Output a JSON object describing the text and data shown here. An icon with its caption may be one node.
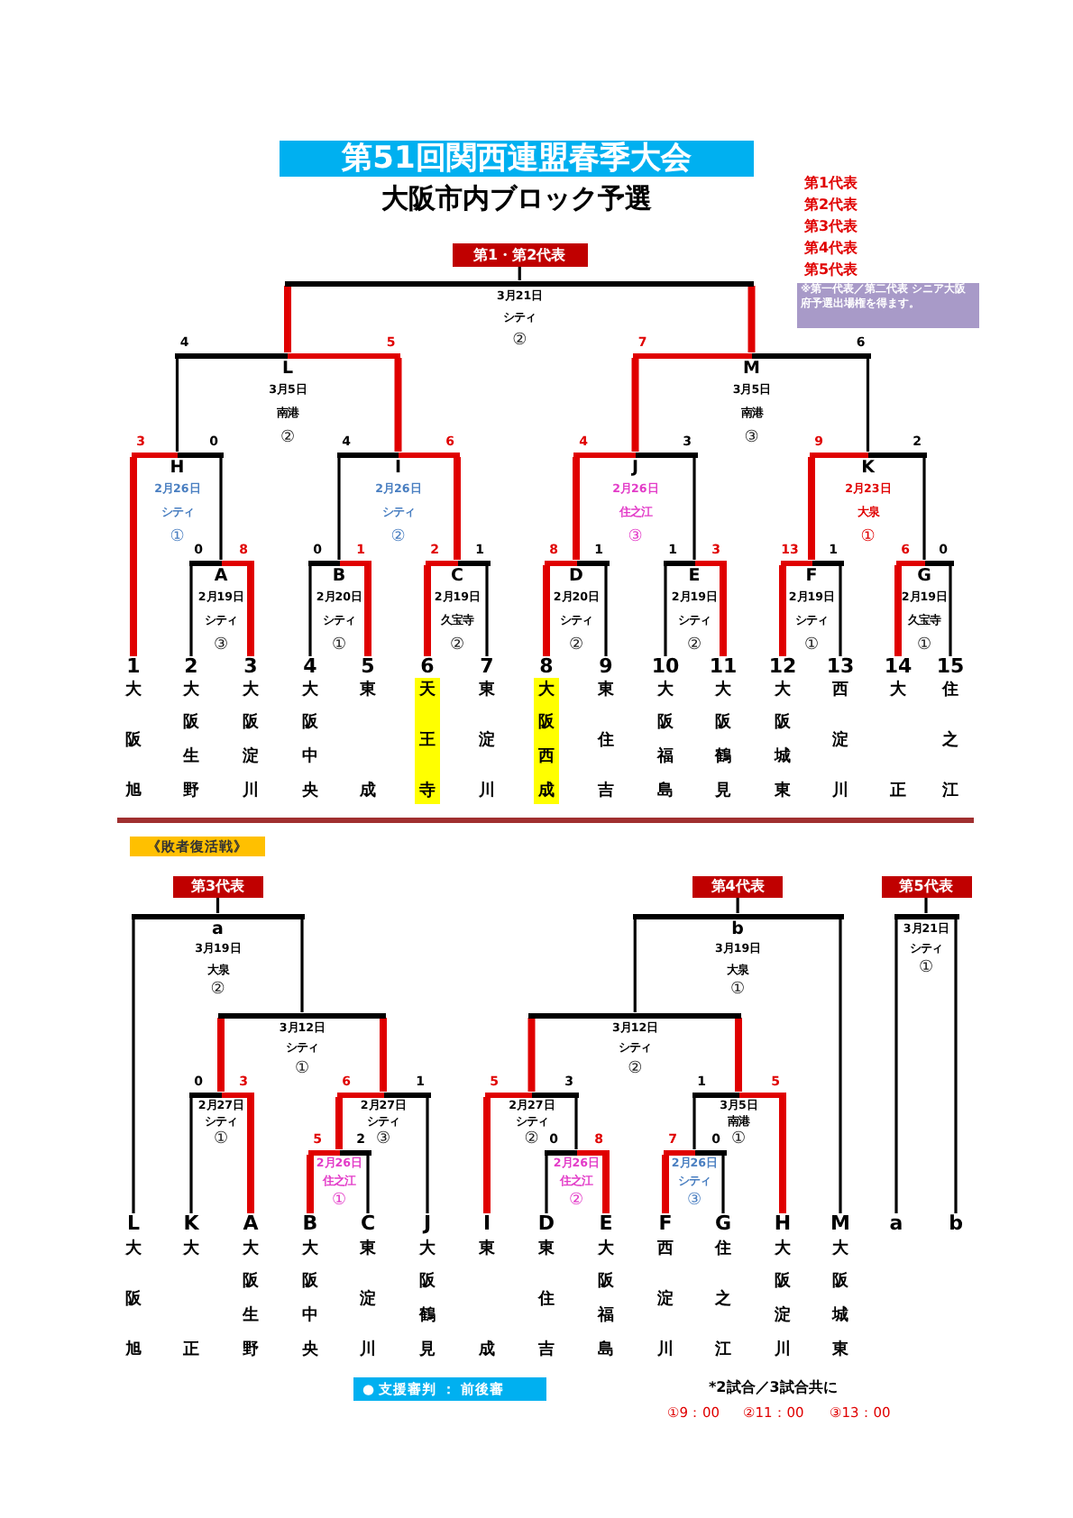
{
  "diagram": {
    "title": "第51回関西連盟春季大会",
    "nodes": [
      {
        "text": [
          "第1・第2代表"
        ]
      },
      {
        "text": [
          "3月21日",
          "シティ",
          "②"
        ]
      },
      {
        "text": [
          "L",
          "3月5日",
          "南港",
          "②"
        ]
      },
      {
        "text": [
          "M",
          "3月5日",
          "南港",
          "③"
        ]
      },
      {
        "text": [
          "H",
          "2月26日",
          "シティ",
          "①"
        ]
      },
      {
        "text": [
          "I",
          "2月26日",
          "シティ",
          "②"
        ]
      },
      {
        "text": [
          "J",
          "2月26日",
          "住之江",
          "③"
        ]
      },
      {
        "text": [
          "K",
          "2月23日",
          "大泉",
          "①"
        ]
      },
      {
        "text": [
          "A",
          "2月19日",
          "シティ",
          "③"
        ]
      },
      {
        "text": [
          "B",
          "2月20日",
          "シティ",
          "①"
        ]
      },
      {
        "text": [
          "C",
          "2月19日",
          "久宝寺",
          "②"
        ]
      },
      {
        "text": [
          "D",
          "2月20日",
          "シティ",
          "②"
        ]
      },
      {
        "text": [
          "E",
          "2月19日",
          "シティ",
          "②"
        ]
      },
      {
        "text": [
          "F",
          "2月19日",
          "シティ",
          "①"
        ]
      },
      {
        "text": [
          "G",
          "2月19日",
          "久宝寺",
          "①"
        ]
      },
      {
        "text": [
          "1",
          "大阪旭"
        ]
      },
      {
        "text": [
          "2",
          "大阪生野"
        ]
      },
      {
        "text": [
          "3",
          "大阪淀川"
        ]
      },
      {
        "text": [
          "4",
          "大阪中央"
        ]
      },
      {
        "text": [
          "5",
          "東成"
        ]
      },
      {
        "text": [
          "6",
          "天王寺"
        ]
      },
      {
        "text": [
          "7",
          "東淀川"
        ]
      },
      {
        "text": [
          "8",
          "大阪西成"
        ]
      },
      {
        "text": [
          "9",
          "東住吉"
        ]
      },
      {
        "text": [
          "10",
          "大阪福島"
        ]
      },
      {
        "text": [
          "11",
          "大阪鶴見"
        ]
      },
      {
        "text": [
          "12",
          "大阪城東"
        ]
      },
      {
        "text": [
          "13",
          "西淀川"
        ]
      },
      {
        "text": [
          "14",
          "大正"
        ]
      },
      {
        "text": [
          "15",
          "住之江"
        ]
      },
      {
        "text": [
          "第3代表"
        ]
      },
      {
        "text": [
          "a",
          "3月19日",
          "大泉",
          "②"
        ]
      },
      {
        "text": [
          "3月12日",
          "シティ",
          "①"
        ]
      },
      {
        "text": [
          "2月27日",
          "シティ",
          "①"
        ]
      },
      {
        "text": [
          "2月27日",
          "シティ",
          "③"
        ]
      },
      {
        "text": [
          "2月26日",
          "住之江",
          "①"
        ]
      },
      {
        "text": [
          "L",
          "大阪旭"
        ]
      },
      {
        "text": [
          "K",
          "大正"
        ]
      },
      {
        "text": [
          "A",
          "大阪生野"
        ]
      },
      {
        "text": [
          "B",
          "大阪中央"
        ]
      },
      {
        "text": [
          "C",
          "東淀川"
        ]
      },
      {
        "text": [
          "J",
          "大阪鶴見"
        ]
      },
      {
        "text": [
          "第4代表"
        ]
      },
      {
        "text": [
          "b",
          "3月19日",
          "大泉",
          "①"
        ]
      },
      {
        "text": [
          "3月12日",
          "シティ",
          "②"
        ]
      },
      {
        "text": [
          "2月27日",
          "シティ",
          "②"
        ]
      },
      {
        "text": [
          "2月26日",
          "住之江",
          "②"
        ]
      },
      {
        "text": [
          "3月5日",
          "南港",
          "①"
        ]
      },
      {
        "text": [
          "2月26日",
          "シティ",
          "③"
        ]
      },
      {
        "text": [
          "I",
          "東成"
        ]
      },
      {
        "text": [
          "D",
          "東住吉"
        ]
      },
      {
        "text": [
          "E",
          "大阪福島"
        ]
      },
      {
        "text": [
          "F",
          "西淀川"
        ]
      },
      {
        "text": [
          "G",
          "住之江"
        ]
      },
      {
        "text": [
          "H",
          "大阪淀川"
        ]
      },
      {
        "text": [
          "M",
          "大阪城東"
        ]
      },
      {
        "text": [
          "第5代表"
        ]
      },
      {
        "text": [
          "3月21日",
          "シティ",
          "①"
        ]
      },
      {
        "text": [
          "a"
        ]
      },
      {
        "text": [
          "b"
        ]
      }
    ],
    "edges": [
      {
        "from": 15,
        "to": 4,
        "arrow": "none",
        "label": "3",
        "style": "thick",
        "color": "#e00000"
      },
      {
        "from": 8,
        "to": 4,
        "arrow": "none",
        "label": "0"
      },
      {
        "from": 16,
        "to": 8,
        "arrow": "none",
        "label": "0"
      },
      {
        "from": 17,
        "to": 8,
        "arrow": "none",
        "label": "8",
        "style": "thick",
        "color": "#e00000"
      },
      {
        "from": 18,
        "to": 9,
        "arrow": "none",
        "label": "0"
      },
      {
        "from": 19,
        "to": 9,
        "arrow": "none",
        "label": "1",
        "style": "thick",
        "color": "#e00000"
      },
      {
        "from": 20,
        "to": 10,
        "arrow": "none",
        "label": "2",
        "style": "thick",
        "color": "#e00000"
      },
      {
        "from": 21,
        "to": 10,
        "arrow": "none",
        "label": "1"
      },
      {
        "from": 22,
        "to": 11,
        "arrow": "none",
        "label": "8",
        "style": "thick",
        "color": "#e00000"
      },
      {
        "from": 23,
        "to": 11,
        "arrow": "none",
        "label": "1"
      },
      {
        "from": 24,
        "to": 12,
        "arrow": "none",
        "label": "1"
      },
      {
        "from": 25,
        "to": 12,
        "arrow": "none",
        "label": "3",
        "style": "thick",
        "color": "#e00000"
      },
      {
        "from": 26,
        "to": 13,
        "arrow": "none",
        "label": "13",
        "style": "thick",
        "color": "#e00000"
      },
      {
        "from": 27,
        "to": 13,
        "arrow": "none",
        "label": "1"
      },
      {
        "from": 28,
        "to": 14,
        "arrow": "none",
        "label": "6",
        "style": "thick",
        "color": "#e00000"
      },
      {
        "from": 29,
        "to": 14,
        "arrow": "none",
        "label": "0"
      },
      {
        "from": 9,
        "to": 5,
        "arrow": "none",
        "label": "4"
      },
      {
        "from": 10,
        "to": 5,
        "arrow": "none",
        "label": "6",
        "style": "thick",
        "color": "#e00000"
      },
      {
        "from": 11,
        "to": 6,
        "arrow": "none",
        "label": "4",
        "style": "thick",
        "color": "#e00000"
      },
      {
        "from": 12,
        "to": 6,
        "arrow": "none",
        "label": "3"
      },
      {
        "from": 13,
        "to": 7,
        "arrow": "none",
        "label": "9",
        "style": "thick",
        "color": "#e00000"
      },
      {
        "from": 14,
        "to": 7,
        "arrow": "none",
        "label": "2"
      },
      {
        "from": 4,
        "to": 2,
        "arrow": "none",
        "label": "4"
      },
      {
        "from": 5,
        "to": 2,
        "arrow": "none",
        "label": "5",
        "style": "thick",
        "color": "#e00000"
      },
      {
        "from": 6,
        "to": 3,
        "arrow": "none",
        "label": "7",
        "style": "thick",
        "color": "#e00000"
      },
      {
        "from": 7,
        "to": 3,
        "arrow": "none",
        "label": "6"
      },
      {
        "from": 2,
        "to": 1,
        "arrow": "none",
        "style": "thick",
        "color": "#e00000"
      },
      {
        "from": 3,
        "to": 1,
        "arrow": "none",
        "style": "thick",
        "color": "#e00000"
      },
      {
        "from": 1,
        "to": 0,
        "arrow": "none"
      },
      {
        "from": 36,
        "to": 31,
        "arrow": "none"
      },
      {
        "from": 32,
        "to": 31,
        "arrow": "none"
      },
      {
        "from": 31,
        "to": 30,
        "arrow": "none"
      },
      {
        "from": 33,
        "to": 32,
        "arrow": "none",
        "style": "thick",
        "color": "#e00000"
      },
      {
        "from": 34,
        "to": 32,
        "arrow": "none",
        "style": "thick",
        "color": "#e00000"
      },
      {
        "from": 37,
        "to": 33,
        "arrow": "none",
        "label": "0"
      },
      {
        "from": 38,
        "to": 33,
        "arrow": "none",
        "label": "3",
        "style": "thick",
        "color": "#e00000"
      },
      {
        "from": 35,
        "to": 34,
        "arrow": "none",
        "label": "6",
        "style": "thick",
        "color": "#e00000"
      },
      {
        "from": 41,
        "to": 34,
        "arrow": "none",
        "label": "1"
      },
      {
        "from": 39,
        "to": 35,
        "arrow": "none",
        "label": "5",
        "style": "thick",
        "color": "#e00000"
      },
      {
        "from": 40,
        "to": 35,
        "arrow": "none",
        "label": "2"
      },
      {
        "from": 44,
        "to": 43,
        "arrow": "none"
      },
      {
        "from": 55,
        "to": 43,
        "arrow": "none"
      },
      {
        "from": 43,
        "to": 42,
        "arrow": "none"
      },
      {
        "from": 45,
        "to": 44,
        "arrow": "none",
        "style": "thick",
        "color": "#e00000"
      },
      {
        "from": 47,
        "to": 44,
        "arrow": "none",
        "style": "thick",
        "color": "#e00000"
      },
      {
        "from": 49,
        "to": 45,
        "arrow": "none",
        "label": "5",
        "style": "thick",
        "color": "#e00000"
      },
      {
        "from": 46,
        "to": 45,
        "arrow": "none",
        "label": "3"
      },
      {
        "from": 50,
        "to": 46,
        "arrow": "none",
        "label": "0"
      },
      {
        "from": 51,
        "to": 46,
        "arrow": "none",
        "label": "8",
        "style": "thick",
        "color": "#e00000"
      },
      {
        "from": 48,
        "to": 47,
        "arrow": "none",
        "label": "1"
      },
      {
        "from": 54,
        "to": 47,
        "arrow": "none",
        "label": "5",
        "style": "thick",
        "color": "#e00000"
      },
      {
        "from": 52,
        "to": 48,
        "arrow": "none",
        "label": "7",
        "style": "thick",
        "color": "#e00000"
      },
      {
        "from": 53,
        "to": 48,
        "arrow": "none",
        "label": "0"
      },
      {
        "from": 58,
        "to": 57,
        "arrow": "none"
      },
      {
        "from": 59,
        "to": 57,
        "arrow": "none"
      },
      {
        "from": 57,
        "to": 56,
        "arrow": "none"
      }
    ],
    "labels": [
      "大阪市内ブロック予選",
      "第1代表",
      "第2代表",
      "第3代表",
      "第4代表",
      "第5代表",
      "※第一代表／第二代表 シニア大阪府予選出場権を得ます。",
      "《敗者復活戦》",
      "● 支援審判 ： 前後審",
      "*2試合／3試合共に",
      "①9：00",
      "②11：00",
      "③13：00"
    ]
  }
}
